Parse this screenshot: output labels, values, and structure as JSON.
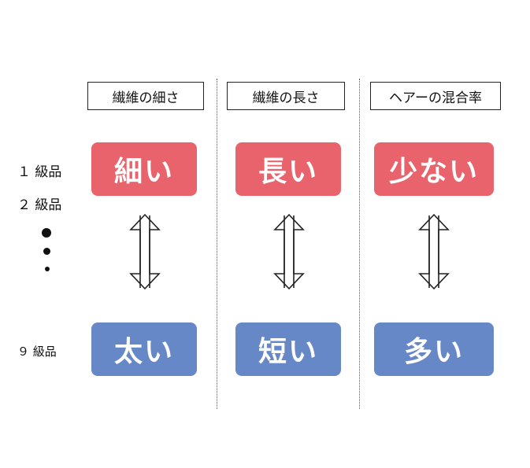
{
  "headers": [
    "繊維の細さ",
    "繊維の長さ",
    "ヘアーの混合率"
  ],
  "grades": {
    "first": "１ 級品",
    "second": "２ 級品",
    "ninth": "９ 級品"
  },
  "columns": [
    {
      "top": "細い",
      "bottom": "太い"
    },
    {
      "top": "長い",
      "bottom": "短い"
    },
    {
      "top": "少ない",
      "bottom": "多い"
    }
  ],
  "colors": {
    "top_pill": "#e8636b",
    "bottom_pill": "#6788c6",
    "arrow_stroke": "#222222",
    "divider": "#555555"
  },
  "icons": [
    "double-arrow-vertical-icon",
    "ellipsis-dot-icon"
  ]
}
